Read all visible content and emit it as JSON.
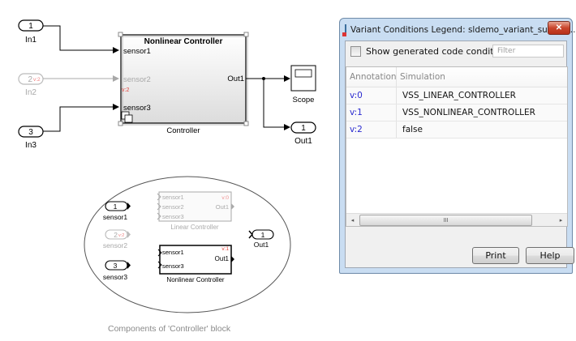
{
  "model": {
    "inports": [
      {
        "number": "1",
        "name": "In1",
        "active": true
      },
      {
        "number": "2",
        "name": "In2",
        "active": false,
        "annotation": "v:2"
      },
      {
        "number": "3",
        "name": "In3",
        "active": true
      }
    ],
    "controller": {
      "title": "Nonlinear Controller",
      "name": "Controller",
      "ports_in": [
        "sensor1",
        "sensor2",
        "sensor3"
      ],
      "port_out": "Out1",
      "inactive_annotation": "v:2"
    },
    "scope": {
      "name": "Scope"
    },
    "outport": {
      "number": "1",
      "name": "Out1"
    }
  },
  "components": {
    "caption": "Components of 'Controller' block",
    "inports": [
      {
        "number": "1",
        "name": "sensor1",
        "active": true
      },
      {
        "number": "2",
        "name": "sensor2",
        "active": false,
        "annotation": "v:2"
      },
      {
        "number": "3",
        "name": "sensor3",
        "active": true
      }
    ],
    "linear": {
      "name": "Linear Controller",
      "ports_in": [
        "sensor1",
        "sensor2",
        "sensor3"
      ],
      "port_out": "Out1",
      "annotation": "v:0"
    },
    "nonlinear": {
      "name": "Nonlinear Controller",
      "ports_in": [
        "sensor1",
        "sensor3"
      ],
      "port_out": "Out1",
      "annotation": "v:1"
    },
    "outport": {
      "number": "1",
      "name": "Out1"
    }
  },
  "dialog": {
    "title": "Variant Conditions Legend: sldemo_variant_subsyst...",
    "close_label": "✕",
    "checkbox_label": "Show generated code conditions",
    "checkbox_checked": false,
    "filter_placeholder": "Filter",
    "columns": [
      "Annotation",
      "Simulation"
    ],
    "rows": [
      {
        "annotation": "v:0",
        "simulation": "VSS_LINEAR_CONTROLLER"
      },
      {
        "annotation": "v:1",
        "simulation": "VSS_NONLINEAR_CONTROLLER"
      },
      {
        "annotation": "v:2",
        "simulation": "false"
      }
    ],
    "scroll_left": "◂",
    "scroll_right": "▸",
    "scroll_grip": "III",
    "print_label": "Print",
    "help_label": "Help"
  },
  "colors": {
    "annotation_red": "#e0403a",
    "annotation_blue": "#2a2ad0",
    "inactive_gray": "#a8a8a8"
  }
}
